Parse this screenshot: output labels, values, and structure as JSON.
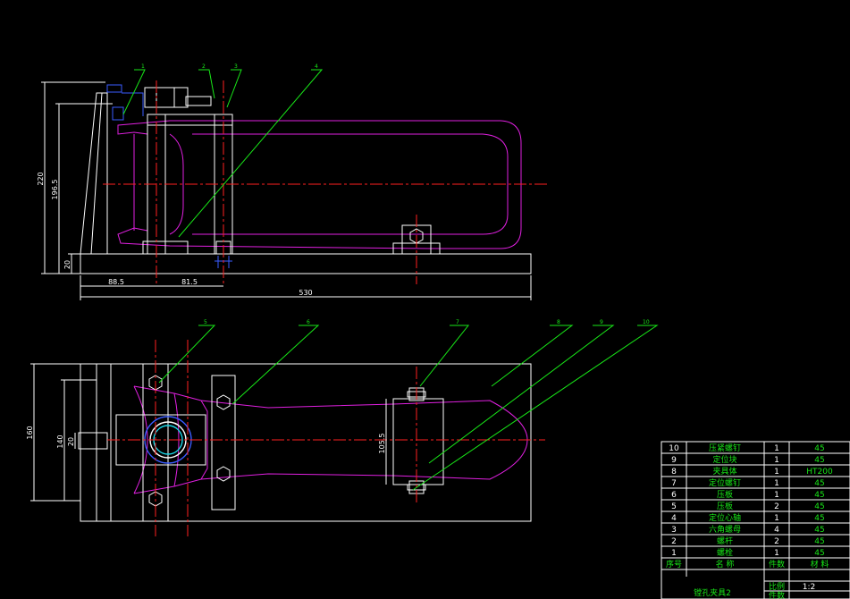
{
  "side_view": {
    "dims": {
      "height_total": "220",
      "height_mid": "196.5",
      "height_base": "20",
      "offset_left": "88.5",
      "offset_mid": "81.5",
      "length_total": "530"
    },
    "balloons": [
      "1",
      "2",
      "3",
      "4"
    ]
  },
  "top_view": {
    "dims": {
      "width": "160",
      "inner_width": "140",
      "small": "20",
      "pad_width": "105.5"
    },
    "balloons": [
      "5",
      "6",
      "7",
      "8",
      "9",
      "10"
    ]
  },
  "bom": {
    "rows": [
      {
        "no": "10",
        "name": "压紧螺钉",
        "qty": "1",
        "material": "45"
      },
      {
        "no": "9",
        "name": "定位块",
        "qty": "1",
        "material": "45"
      },
      {
        "no": "8",
        "name": "夹具体",
        "qty": "1",
        "material": "HT200"
      },
      {
        "no": "7",
        "name": "定位螺钉",
        "qty": "1",
        "material": "45"
      },
      {
        "no": "6",
        "name": "压板",
        "qty": "1",
        "material": "45"
      },
      {
        "no": "5",
        "name": "压板",
        "qty": "2",
        "material": "45"
      },
      {
        "no": "4",
        "name": "定位心轴",
        "qty": "1",
        "material": "45"
      },
      {
        "no": "3",
        "name": "六角螺母",
        "qty": "4",
        "material": "45"
      },
      {
        "no": "2",
        "name": "螺杆",
        "qty": "2",
        "material": "45"
      },
      {
        "no": "1",
        "name": "螺栓",
        "qty": "1",
        "material": "45"
      }
    ],
    "header": {
      "no": "序号",
      "name": "名  称",
      "qty": "件数",
      "material": "材  料"
    },
    "title": "镗孔夹具2",
    "scale_label": "比例",
    "scale_value": "1:2",
    "count_label": "件数"
  },
  "colors": {
    "outline": "#ffffff",
    "part": "#e020e0",
    "center": "#ff2020",
    "leader": "#18e818",
    "fastener": "#3a5cff"
  }
}
